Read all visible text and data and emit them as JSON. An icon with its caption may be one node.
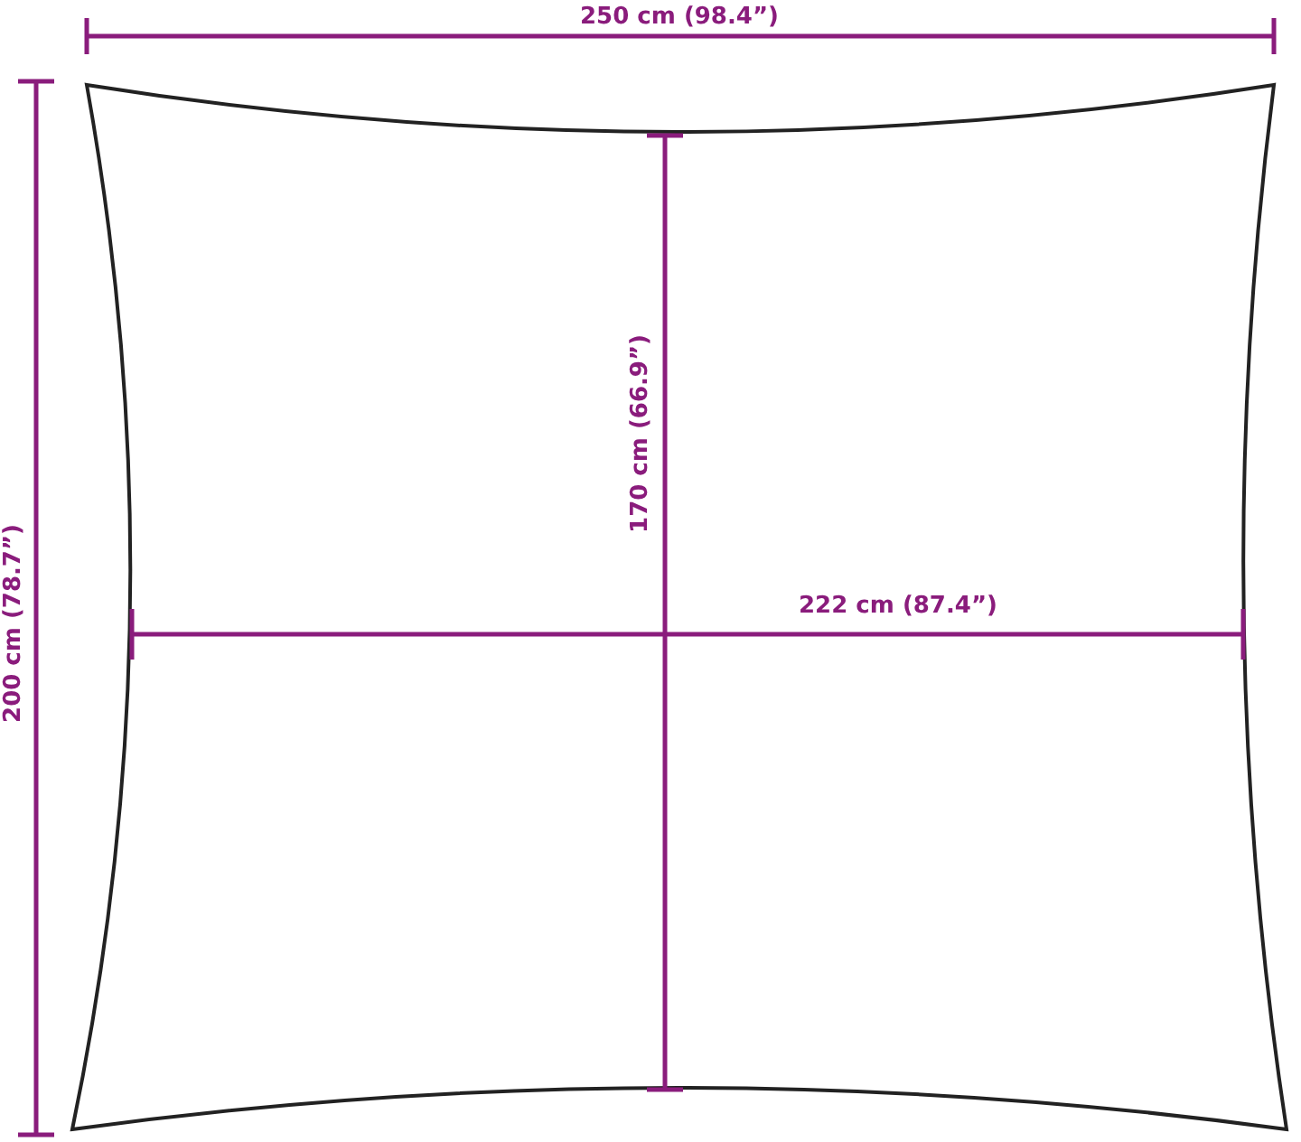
{
  "diagram": {
    "labels": [
      "250 cm (98.4”)",
      "170 cm (66.9”)",
      "200 cm (78.7”)",
      "222 cm (87.4”)"
    ]
  }
}
